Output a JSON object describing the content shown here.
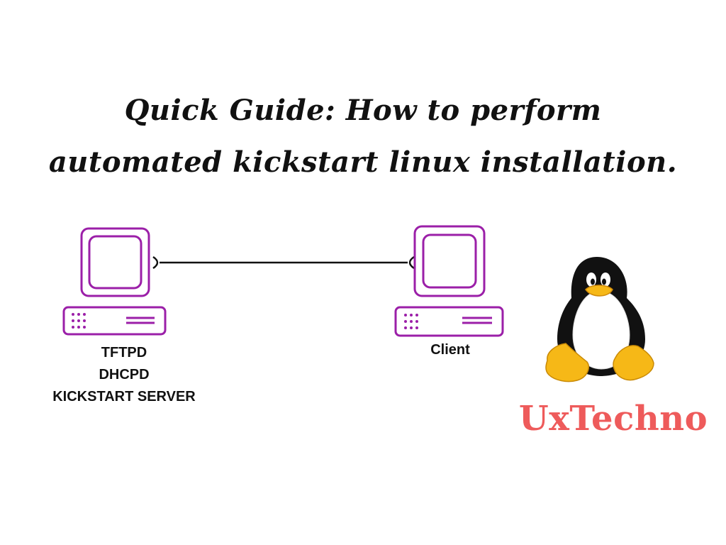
{
  "title": {
    "line1": "Quick Guide: How to perform",
    "line2": "automated kickstart linux installation."
  },
  "server": {
    "labels": [
      "TFTPD",
      "DHCPD",
      "KICKSTART SERVER"
    ]
  },
  "client": {
    "label": "Client"
  },
  "brand": {
    "text": "UxTechno",
    "color": "#ee5b5b"
  },
  "colors": {
    "computer_outline": "#9b1fa8",
    "network_line": "#111111",
    "text": "#111111"
  },
  "icons": {
    "server_computer": "desktop-computer-icon",
    "client_computer": "desktop-computer-icon",
    "mascot": "linux-penguin-icon"
  }
}
